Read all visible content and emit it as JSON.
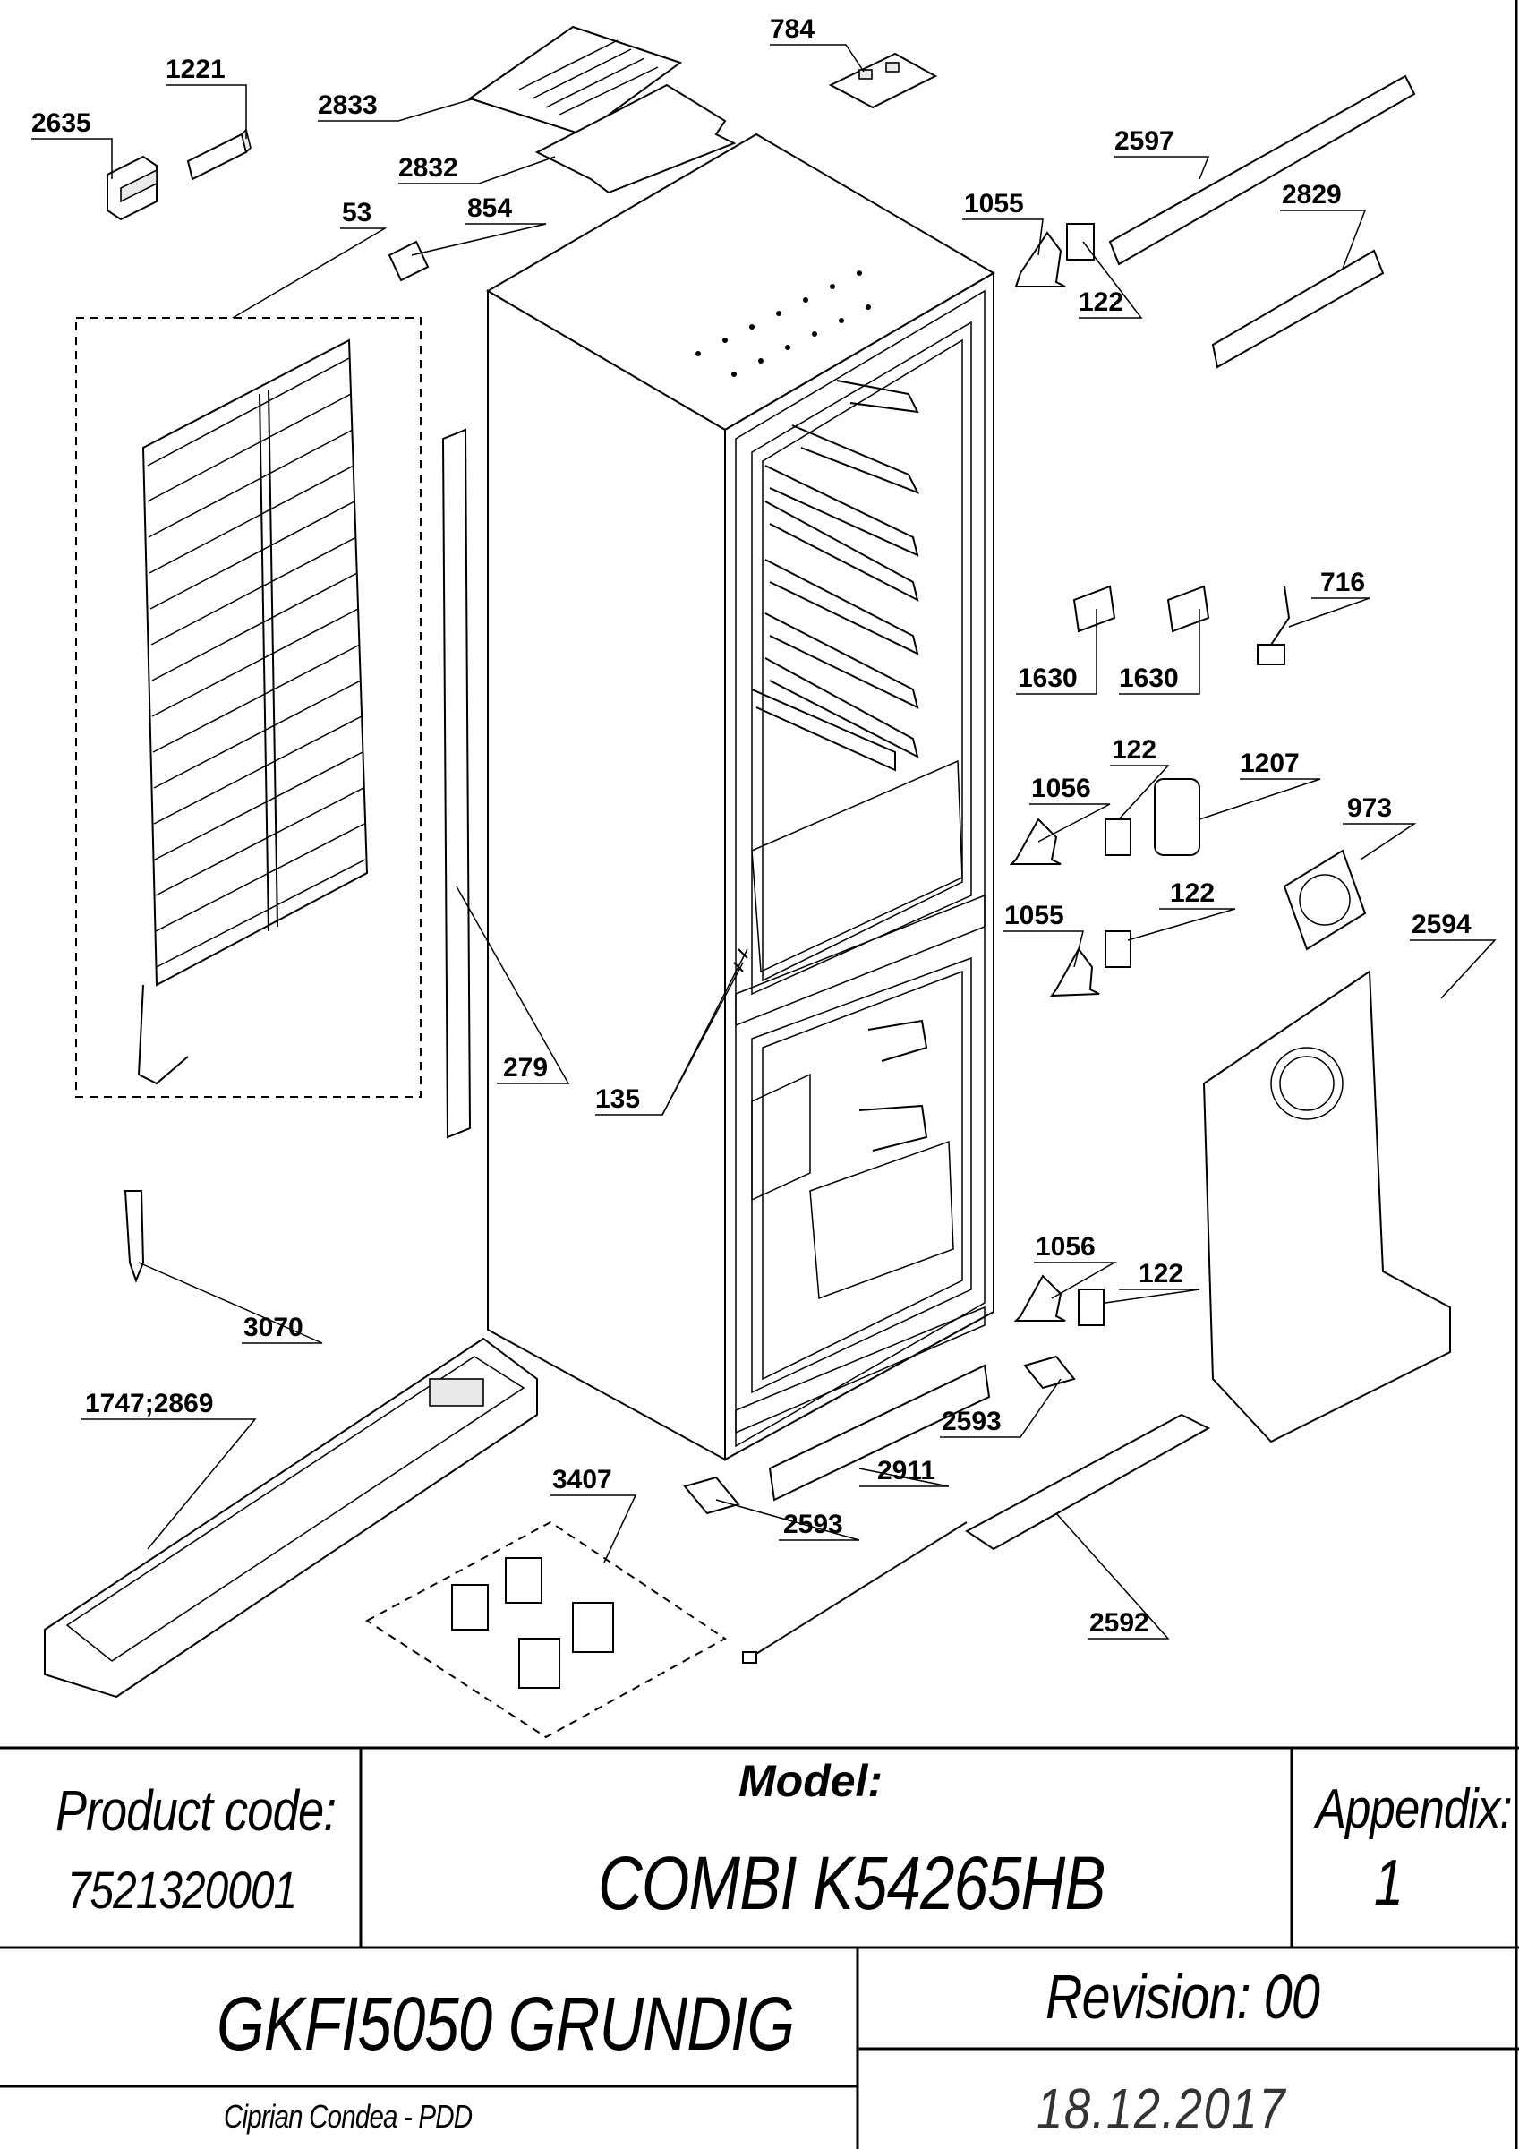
{
  "diagram": {
    "callouts": [
      "784",
      "1221",
      "2833",
      "2635",
      "2832",
      "53",
      "854",
      "2597",
      "1055",
      "2829",
      "122",
      "716",
      "1630",
      "1630",
      "122",
      "1207",
      "1056",
      "973",
      "122",
      "1055",
      "2594",
      "279",
      "135",
      "1056",
      "122",
      "3070",
      "2593",
      "1747;2869",
      "2911",
      "3407",
      "2593",
      "2592"
    ]
  },
  "title_block": {
    "product_code_label": "Product code:",
    "product_code": "7521320001",
    "model_label": "Model:",
    "model": "COMBI K54265HB",
    "appendix_label": "Appendix:",
    "appendix": "1",
    "product_name": "GKFI5050 GRUNDIG",
    "revision": "Revision: 00",
    "author": "Ciprian Condea - PDD",
    "date": "18.12.2017"
  }
}
